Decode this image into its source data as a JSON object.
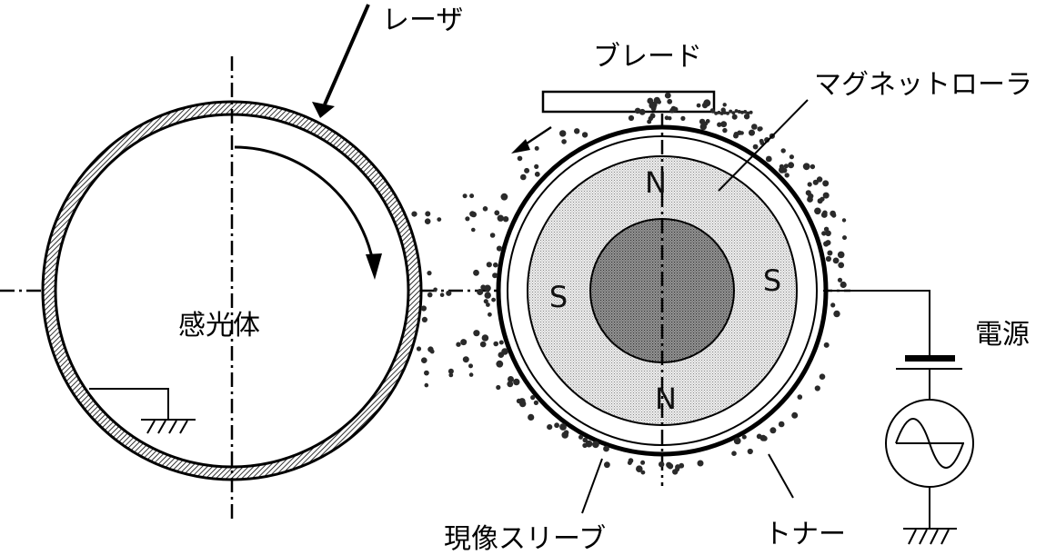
{
  "labels": {
    "laser": "レーザ",
    "blade": "ブレード",
    "magnet_roller": "マグネットローラ",
    "photoconductor": "感光体",
    "power_supply": "電源",
    "developing_sleeve": "現像スリーブ",
    "toner": "トナー"
  },
  "poles": {
    "top": "N",
    "left": "S",
    "right": "S",
    "bottom": "N"
  },
  "colors": {
    "ink": "#000000",
    "sleeve_fill": "#e2e2e2",
    "core_fill": "#8a8a8a",
    "background": "#ffffff"
  }
}
